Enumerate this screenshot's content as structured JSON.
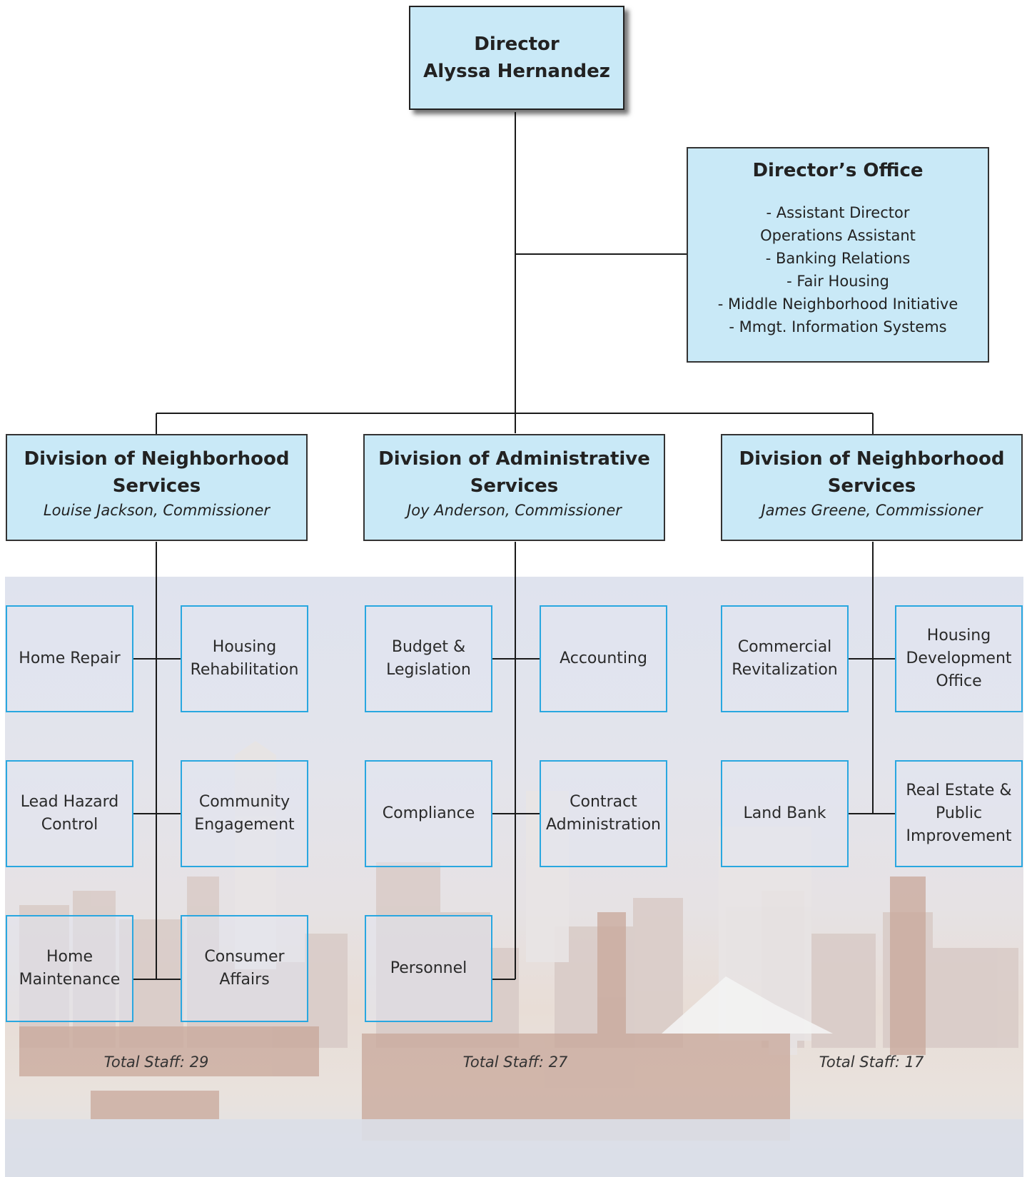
{
  "director": {
    "title": "Director",
    "name": "Alyssa Hernandez"
  },
  "office": {
    "title": "Director’s Office",
    "items": [
      "- Assistant Director",
      "Operations Assistant",
      "- Banking Relations",
      "- Fair Housing",
      "- Middle Neighborhood Initiative",
      "- Mmgt. Information Systems"
    ]
  },
  "divisions": [
    {
      "title": "Division of Neighborhood Services",
      "commissioner": "Louise Jackson, Commissioner",
      "units": [
        [
          "Home Repair"
        ],
        [
          "Housing",
          "Rehabilitation"
        ],
        [
          "Lead Hazard",
          "Control"
        ],
        [
          "Community",
          "Engagement"
        ],
        [
          "Home",
          "Maintenance"
        ],
        [
          "Consumer",
          "Affairs"
        ]
      ],
      "staff": "Total Staff: 29"
    },
    {
      "title": "Division of Administrative Services",
      "commissioner": "Joy Anderson, Commissioner",
      "units": [
        [
          "Budget &",
          "Legislation"
        ],
        [
          "Accounting"
        ],
        [
          "Compliance"
        ],
        [
          "Contract",
          "Administration"
        ],
        [
          "Personnel"
        ]
      ],
      "staff": "Total Staff: 27"
    },
    {
      "title": "Division of Neighborhood Services",
      "commissioner": "James Greene, Commissioner",
      "units": [
        [
          "Commercial",
          "Revitalization"
        ],
        [
          "Housing",
          "Development",
          "Office"
        ],
        [
          "Land Bank"
        ],
        [
          "Real Estate &",
          "Public",
          "Improvement"
        ]
      ],
      "staff": "Total Staff: 17"
    }
  ],
  "colors": {
    "box_fill": "#c9e9f7",
    "unit_border": "#29a7e0",
    "line": "#1a1a1a"
  }
}
